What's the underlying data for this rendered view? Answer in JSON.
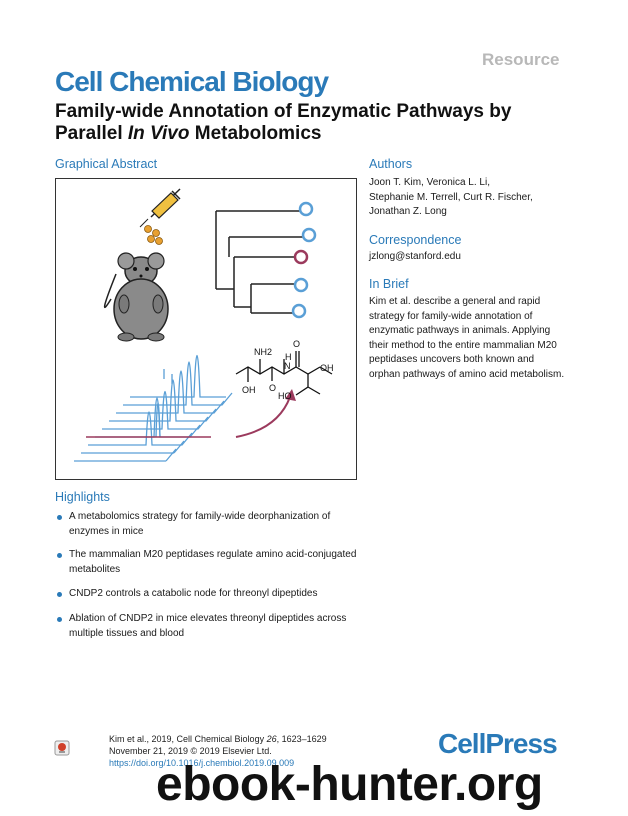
{
  "header": {
    "resource": "Resource",
    "journal": "Cell Chemical Biology",
    "title_part1": "Family-wide Annotation of Enzymatic Pathways by Parallel ",
    "title_italic": "In Vivo",
    "title_part2": " Metabolomics"
  },
  "graphical_abstract": {
    "label": "Graphical Abstract",
    "molecule_labels": {
      "nh2": "NH2",
      "h": "H",
      "n": "N",
      "o1": "O",
      "o2": "O",
      "oh1": "OH",
      "oh2": "OH",
      "ho": "HO"
    }
  },
  "authors": {
    "heading": "Authors",
    "line1": "Joon T. Kim, Veronica L. Li,",
    "line2": "Stephanie M. Terrell, Curt R. Fischer,",
    "line3": "Jonathan Z. Long"
  },
  "correspondence": {
    "heading": "Correspondence",
    "email": "jzlong@stanford.edu"
  },
  "in_brief": {
    "heading": "In Brief",
    "text": "Kim et al. describe a general and rapid strategy for family-wide annotation of enzymatic pathways in animals. Applying their method to the entire mammalian M20 peptidases uncovers both known and orphan pathways of amino acid metabolism."
  },
  "highlights": {
    "heading": "Highlights",
    "items": [
      "A metabolomics strategy for family-wide deorphanization of enzymes in mice",
      "The mammalian M20 peptidases regulate amino acid-conjugated metabolites",
      "CNDP2 controls a catabolic node for threonyl dipeptides",
      "Ablation of CNDP2 in mice elevates threonyl dipeptides across multiple tissues and blood"
    ]
  },
  "citation": {
    "line1_a": "Kim et al., 2019, Cell Chemical Biology ",
    "volume": "26",
    "line1_b": ", 1623–1629",
    "line2": "November 21, 2019 © 2019 Elsevier Ltd.",
    "doi": "https://doi.org/10.1016/j.chembiol.2019.09.009"
  },
  "publisher": "CellPress",
  "watermark": "ebook-hunter.org",
  "colors": {
    "brand_blue": "#2a7ab8",
    "peak_blue": "#5a9fd6",
    "magenta": "#9b3a5d",
    "gray_resource": "#b8b8b8"
  }
}
